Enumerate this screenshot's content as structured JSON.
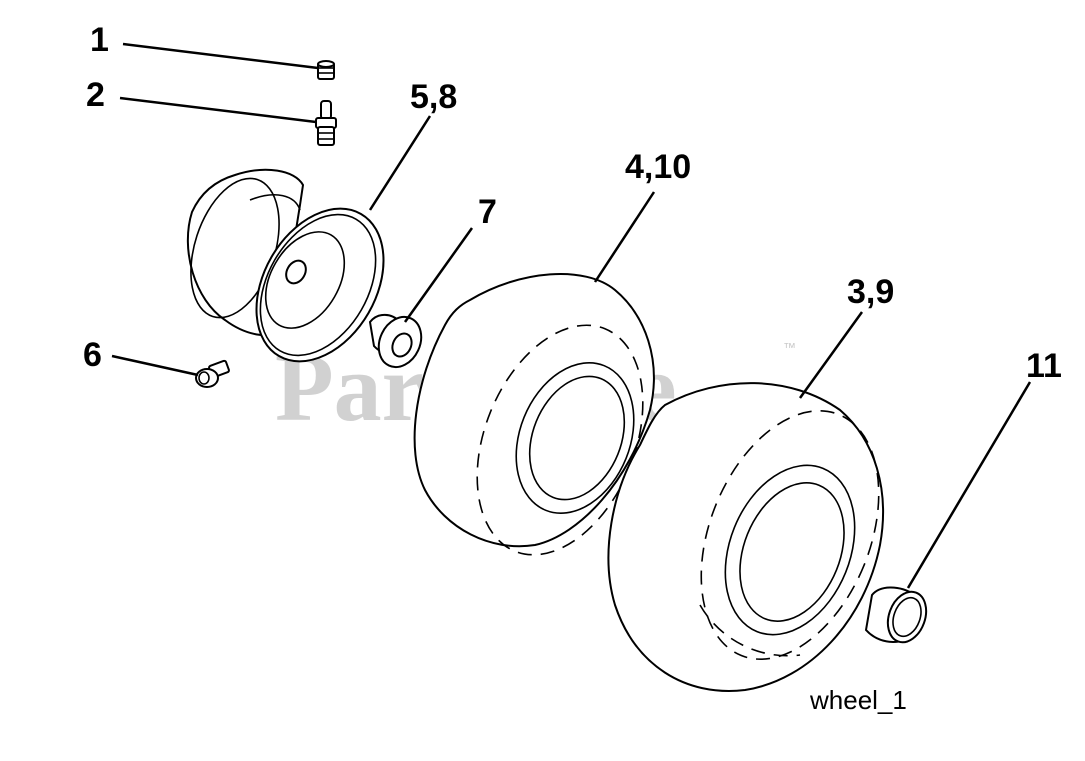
{
  "watermark": {
    "text": "PartsTree",
    "trademark": "™"
  },
  "caption": "wheel_1",
  "callouts": [
    {
      "id": "callout-1",
      "label": "1"
    },
    {
      "id": "callout-2",
      "label": "2"
    },
    {
      "id": "callout-5-8",
      "label": "5,8"
    },
    {
      "id": "callout-4-10",
      "label": "4,10"
    },
    {
      "id": "callout-7",
      "label": "7"
    },
    {
      "id": "callout-3-9",
      "label": "3,9"
    },
    {
      "id": "callout-6",
      "label": "6"
    },
    {
      "id": "callout-11",
      "label": "11"
    }
  ],
  "parts": [
    {
      "callout": "1",
      "icon": "valve-cap-icon"
    },
    {
      "callout": "2",
      "icon": "valve-stem-icon"
    },
    {
      "callout": "5,8",
      "icon": "wheel-rim-icon"
    },
    {
      "callout": "6",
      "icon": "grease-fitting-icon"
    },
    {
      "callout": "7",
      "icon": "bushing-icon"
    },
    {
      "callout": "4,10",
      "icon": "tire-icon"
    },
    {
      "callout": "3,9",
      "icon": "tire-icon"
    },
    {
      "callout": "11",
      "icon": "hub-cap-icon"
    }
  ]
}
